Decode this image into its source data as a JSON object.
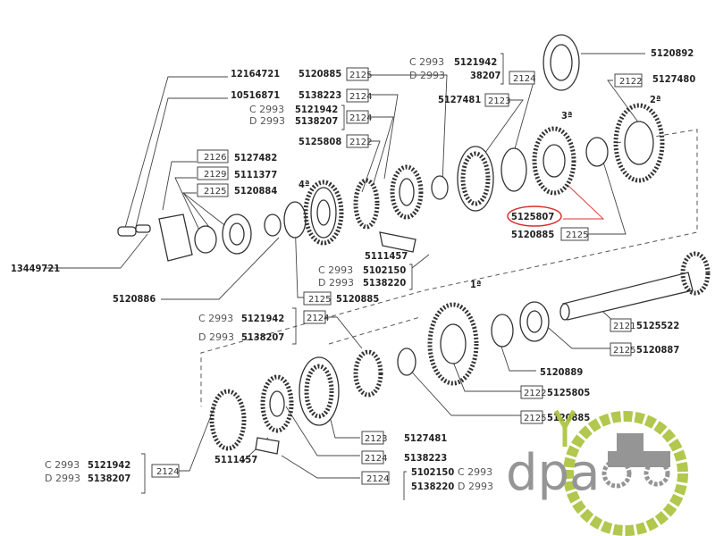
{
  "diagram": {
    "gear_labels": {
      "fourth": "4ª",
      "third": "3ª",
      "second": "2ª",
      "first": "1ª"
    },
    "highlight": {
      "part": "5125807",
      "color": "#d9302c"
    },
    "logo": {
      "text": "dpa",
      "colors": {
        "gray": "#8a8a8a",
        "green": "#a9c23a"
      }
    },
    "callouts": [
      {
        "part": "12164721"
      },
      {
        "part": "10516871"
      },
      {
        "part": "5120885",
        "ref": "2125"
      },
      {
        "part": "5138223",
        "ref": "2124"
      },
      {
        "variant_c": "C 2993",
        "part_c": "5121942",
        "variant_d": "D 2993",
        "part_d": "5138207",
        "ref": "2124"
      },
      {
        "part": "5125808",
        "ref": "2122"
      },
      {
        "part": "5127482",
        "ref": "2126"
      },
      {
        "part": "5111377",
        "ref": "2129"
      },
      {
        "part": "5120884",
        "ref": "2125"
      },
      {
        "part": "13449721"
      },
      {
        "part": "5120886"
      },
      {
        "part": "5111457"
      },
      {
        "variant_c": "C 2993",
        "part_c": "5102150",
        "variant_d": "D 2993",
        "part_d": "5138220"
      },
      {
        "part": "5120885",
        "ref": "2125"
      },
      {
        "variant_c": "C 2993",
        "part_c": "5121942",
        "variant_d": "D 2993",
        "part_d": "38207",
        "ref": "2124"
      },
      {
        "part": "5127481",
        "ref": "2123"
      },
      {
        "part": "5120892"
      },
      {
        "part": "5127480",
        "ref": "2122"
      },
      {
        "part": "5120885",
        "ref": "2125"
      },
      {
        "variant_c": "C 2993",
        "part_c": "5121942",
        "variant_d": "D 2993",
        "part_d": "5138207",
        "ref": "2124"
      },
      {
        "part": "5125522",
        "ref": "2121"
      },
      {
        "part": "5120887",
        "ref": "2125"
      },
      {
        "part": "5120889"
      },
      {
        "part": "5125805",
        "ref": "2122"
      },
      {
        "part": "5120885",
        "ref": "2125"
      },
      {
        "part": "5127481",
        "ref": "2123"
      },
      {
        "part": "5138223",
        "ref": "2124"
      },
      {
        "part": "5111457"
      },
      {
        "variant_c": "C 2993",
        "part_c": "5121942",
        "variant_d": "D 2993",
        "part_d": "5138207",
        "ref": "2124"
      },
      {
        "part_c": "5102150",
        "variant_c": "C 2993",
        "part_d": "5138220",
        "variant_d": "D 2993",
        "ref": "2124"
      }
    ]
  }
}
